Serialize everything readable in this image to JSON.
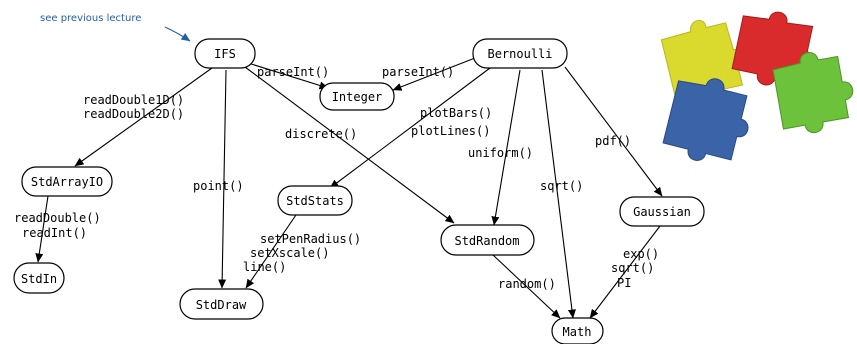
{
  "note": {
    "text": "see previous lecture",
    "color": "#1f5fa8"
  },
  "nodes": {
    "ifs": "IFS",
    "bernoulli": "Bernoulli",
    "integer": "Integer",
    "stdarrayio": "StdArrayIO",
    "stdstats": "StdStats",
    "stdrandom": "StdRandom",
    "gaussian": "Gaussian",
    "stdin": "StdIn",
    "stddraw": "StdDraw",
    "math": "Math"
  },
  "edges": {
    "ifs_integer": [
      "parseInt()"
    ],
    "bernoulli_integer": [
      "parseInt()"
    ],
    "ifs_stdarrayio": [
      "readDouble1D()",
      "readDouble2D()"
    ],
    "ifs_stdrandom": [
      "discrete()"
    ],
    "ifs_stddraw": [
      "point()"
    ],
    "bernoulli_stdstats": [
      "plotBars()",
      "plotLines()"
    ],
    "bernoulli_stdrandom": [
      "uniform()"
    ],
    "bernoulli_math": [
      "sqrt()"
    ],
    "bernoulli_gaussian": [
      "pdf()"
    ],
    "stdarrayio_stdin": [
      "readDouble()",
      "readInt()"
    ],
    "stdstats_stddraw": [
      "setPenRadius()",
      "setXscale()",
      "line()"
    ],
    "stdrandom_math": [
      "random()"
    ],
    "gaussian_math": [
      "exp()",
      "sqrt()",
      "PI"
    ]
  },
  "puzzle_colors": [
    "#d9d92e",
    "#d92b2b",
    "#3b63a8",
    "#6cc23a"
  ],
  "puzzle_icon": "jigsaw-puzzle-icon"
}
